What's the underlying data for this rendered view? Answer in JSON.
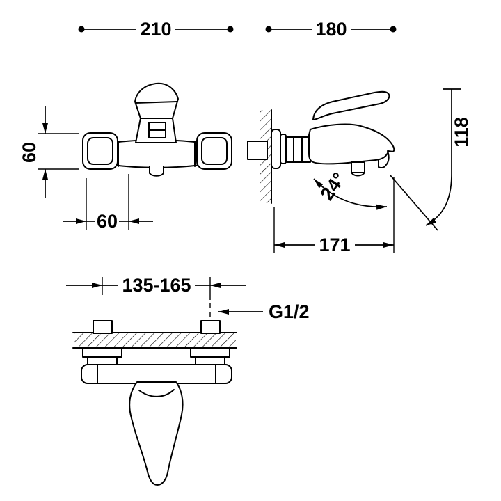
{
  "colors": {
    "line": "#000000",
    "background": "#ffffff"
  },
  "labels": {
    "front_width": "210",
    "side_width": "180",
    "body_height": "60",
    "left_offset": "60",
    "spout_height": "118",
    "spout_angle": "24°",
    "spout_reach": "171",
    "inlet_spacing": "135-165",
    "thread": "G1/2"
  }
}
